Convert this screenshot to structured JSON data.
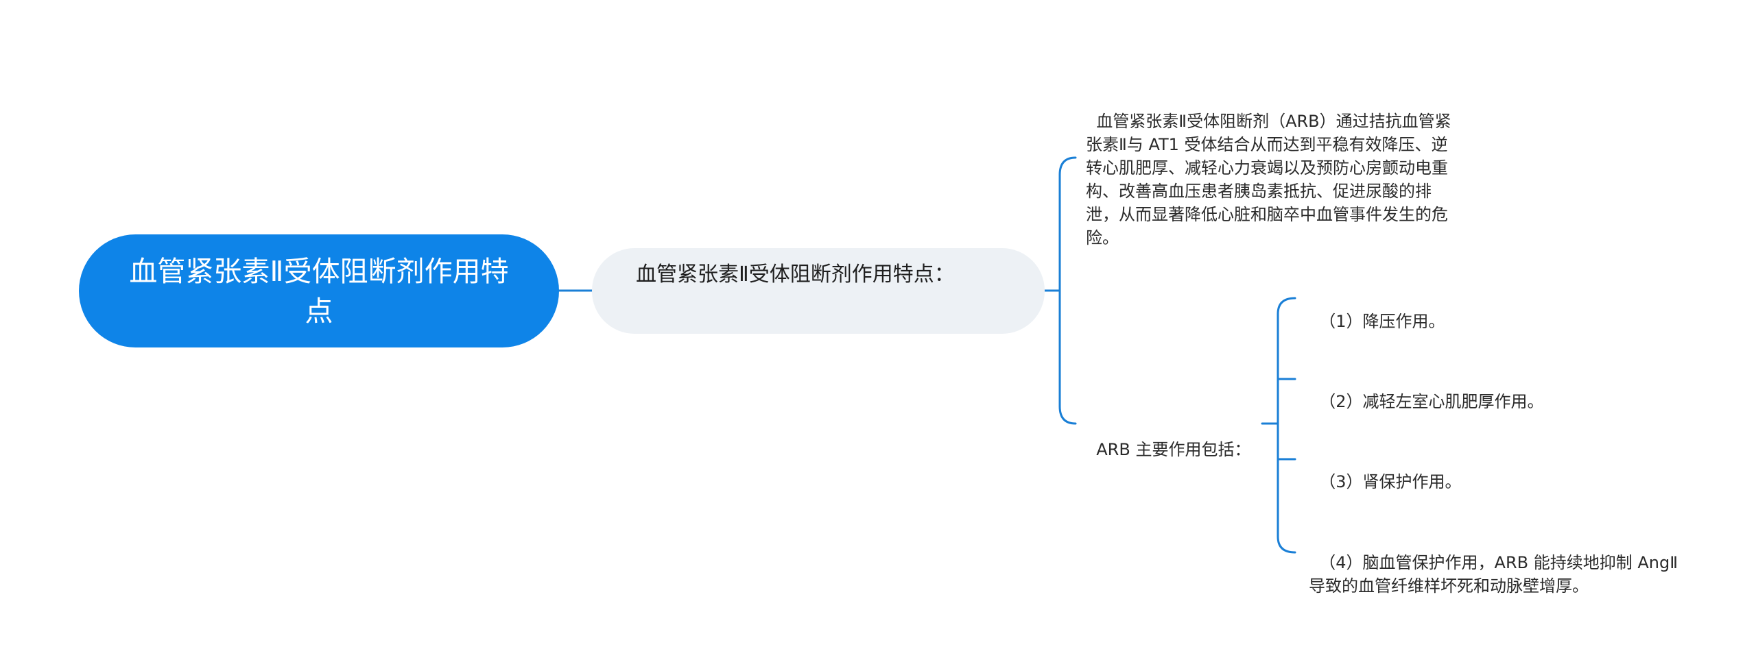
{
  "root": {
    "title": "血管紧张素Ⅱ受体阻断剂作用特点"
  },
  "main": {
    "label": "血管紧张素Ⅱ受体阻断剂作用特点：",
    "children": {
      "description": "血管紧张素Ⅱ受体阻断剂（ARB）通过拮抗血管紧张素Ⅱ与 AT1 受体结合从而达到平稳有效降压、逆转心肌肥厚、减轻心力衰竭以及预防心房颤动电重构、改善高血压患者胰岛素抵抗、促进尿酸的排泄，从而显著降低心脏和脑卒中血管事件发生的危险。",
      "arb_label": "ARB 主要作用包括：",
      "arb_items": [
        "（1）降压作用。",
        "（2）减轻左室心肌肥厚作用。",
        "（3）肾保护作用。",
        "（4）脑血管保护作用，ARB 能持续地抑制 AngⅡ导致的血管纤维样坏死和动脉壁增厚。"
      ]
    }
  },
  "colors": {
    "root_fill": "#0e84e8",
    "main_fill": "#edf1f5",
    "connector": "#1a7fd6"
  }
}
